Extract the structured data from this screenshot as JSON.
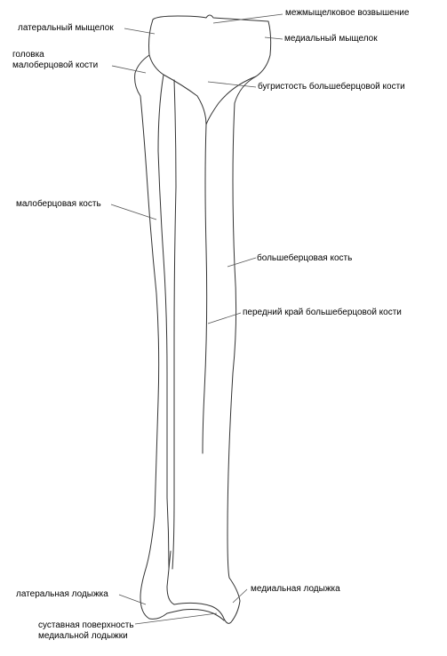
{
  "labels": {
    "intercondylar": "межмыщелковое возвышение",
    "lateral_condyle": "латеральный мыщелок",
    "medial_condyle": "медиальный мыщелок",
    "fibula_head": "головка\nмалоберцовой кости",
    "tibial_tuberosity": "бугристость большеберцовой кости",
    "fibula": "малоберцовая кость",
    "tibia": "большеберцовая кость",
    "anterior_border": "передний край большеберцовой кости",
    "lateral_malleolus": "латеральная лодыжка",
    "medial_malleolus": "медиальная лодыжка",
    "articular_surface": "суставная поверхность\nмедиальной лодыжки"
  },
  "colors": {
    "line": "#333333",
    "text": "#000000",
    "background": "#ffffff"
  }
}
